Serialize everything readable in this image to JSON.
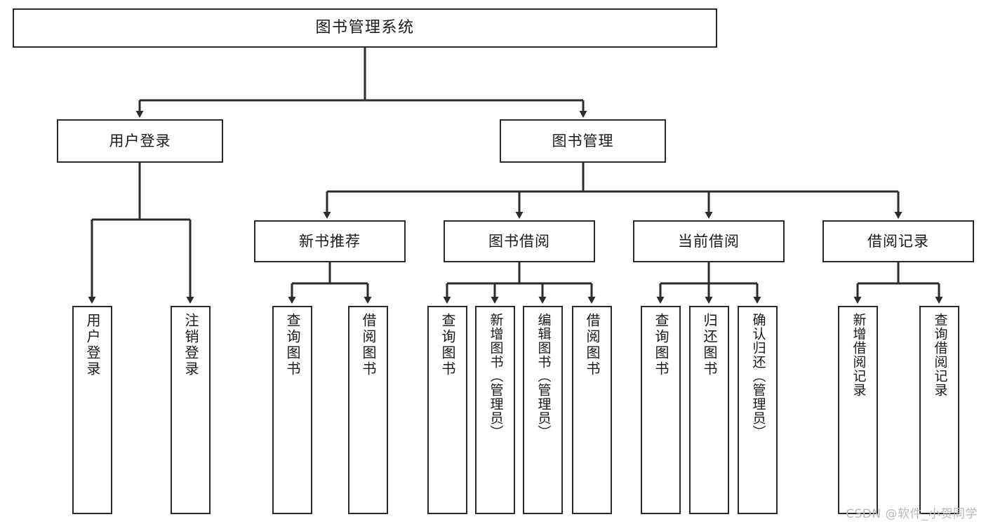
{
  "diagram": {
    "title": "图书管理系统",
    "type": "functional-structure-tree",
    "watermark": "CSDN @软件_小贺同学",
    "colors": {
      "box_border": "#2b2b2b",
      "box_fill": "#ffffff",
      "edge": "#2b2b2b",
      "text": "#1a1a1a",
      "watermark": "#b9b9b9",
      "background": "#ffffff"
    },
    "levels": {
      "root": {
        "label": "图书管理系统"
      },
      "level2": [
        {
          "id": "user-login",
          "label": "用户登录"
        },
        {
          "id": "book-management",
          "label": "图书管理"
        }
      ],
      "level3": [
        {
          "id": "new-book-recommend",
          "label": "新书推荐"
        },
        {
          "id": "book-borrow",
          "label": "图书借阅"
        },
        {
          "id": "current-borrow",
          "label": "当前借阅"
        },
        {
          "id": "borrow-record",
          "label": "借阅记录"
        }
      ],
      "leaves": {
        "user-login": [
          {
            "id": "leaf-user-login",
            "label": "用户登录"
          },
          {
            "id": "leaf-user-logout",
            "label": "注销登录"
          }
        ],
        "new-book-recommend": [
          {
            "id": "leaf-query-book-1",
            "label": "查询图书"
          },
          {
            "id": "leaf-borrow-book-1",
            "label": "借阅图书"
          }
        ],
        "book-borrow": [
          {
            "id": "leaf-query-book-2",
            "label": "查询图书"
          },
          {
            "id": "leaf-add-book",
            "label": "新增图书（管理员）"
          },
          {
            "id": "leaf-edit-book",
            "label": "编辑图书（管理员）"
          },
          {
            "id": "leaf-borrow-book-2",
            "label": "借阅图书"
          }
        ],
        "current-borrow": [
          {
            "id": "leaf-query-book-3",
            "label": "查询图书"
          },
          {
            "id": "leaf-return-book",
            "label": "归还图书"
          },
          {
            "id": "leaf-confirm-return",
            "label": "确认归还（管理员）"
          }
        ],
        "borrow-record": [
          {
            "id": "leaf-add-record",
            "label": "新增借阅记录"
          },
          {
            "id": "leaf-query-record",
            "label": "查询借阅记录"
          }
        ]
      }
    }
  }
}
